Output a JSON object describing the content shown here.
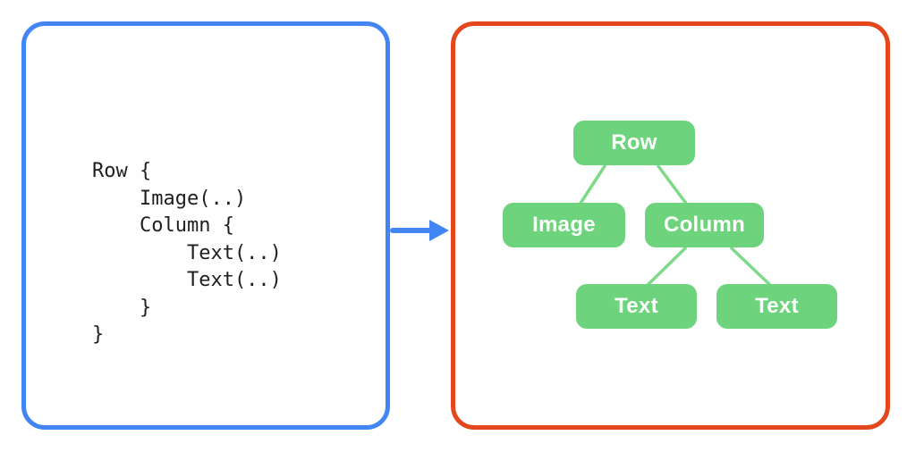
{
  "colors": {
    "bg": "#ffffff",
    "blue": "#4285F4",
    "orange": "#E5471D",
    "green": "#6DD37C",
    "green-line": "#7EDA8A",
    "code-ink": "#1F1F1F",
    "node-text": "#FDFFFD"
  },
  "code_panel": {
    "code": "Row {\n    Image(..)\n    Column {\n        Text(..)\n        Text(..)\n    }\n}"
  },
  "arrow": {
    "direction": "right"
  },
  "tree_panel": {
    "nodes": [
      {
        "id": "row",
        "label": "Row"
      },
      {
        "id": "image",
        "label": "Image"
      },
      {
        "id": "column",
        "label": "Column"
      },
      {
        "id": "text-left",
        "label": "Text"
      },
      {
        "id": "text-right",
        "label": "Text"
      }
    ],
    "edges": [
      [
        "row",
        "image"
      ],
      [
        "row",
        "column"
      ],
      [
        "column",
        "text-left"
      ],
      [
        "column",
        "text-right"
      ]
    ]
  }
}
